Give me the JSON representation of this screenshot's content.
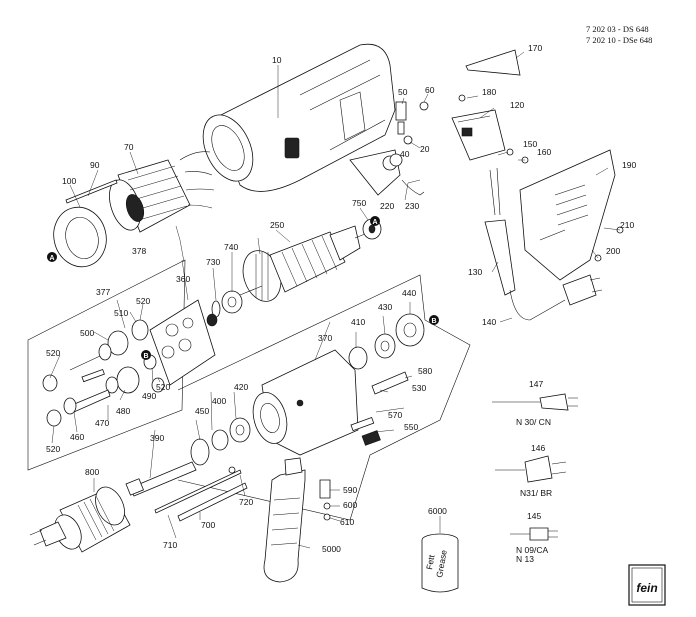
{
  "header": {
    "line1": "7 202 03 - DS    648",
    "line2": "7 202 10 - DSe  648"
  },
  "labels": {
    "p10": "10",
    "p20": "20",
    "p40": "40",
    "p50": "50",
    "p60": "60",
    "p70": "70",
    "p90": "90",
    "p100": "100",
    "p120": "120",
    "p130": "130",
    "p140": "140",
    "p150": "150",
    "p160": "160",
    "p170": "170",
    "p180": "180",
    "p190": "190",
    "p200": "200",
    "p210": "210",
    "p220": "220",
    "p230": "230",
    "p250": "250",
    "p360": "360",
    "p370": "370",
    "p377": "377",
    "p378": "378",
    "p390": "390",
    "p400": "400",
    "p410": "410",
    "p420": "420",
    "p430": "430",
    "p440": "440",
    "p450": "450",
    "p460": "460",
    "p470": "470",
    "p480": "480",
    "p490": "490",
    "p500": "500",
    "p510": "510",
    "p520a": "520",
    "p520b": "520",
    "p520c": "520",
    "p520d": "520",
    "p530": "530",
    "p550": "550",
    "p570": "570",
    "p580": "580",
    "p590": "590",
    "p600": "600",
    "p610": "610",
    "p700": "700",
    "p710": "710",
    "p720": "720",
    "p730": "730",
    "p740": "740",
    "p750": "750",
    "p800": "800",
    "p5000": "5000",
    "p6000": "6000"
  },
  "markers": {
    "a": "A",
    "b": "B"
  },
  "plugs": {
    "p147": "147",
    "n30cn": "N 30/ CN",
    "p146": "146",
    "n31br": "N31/ BR",
    "p145": "145",
    "n09ca": "N 09/CA",
    "n13": "N 13"
  },
  "grease": {
    "line1": "Fett",
    "line2": "Grease"
  },
  "logo": {
    "text": "fein"
  }
}
